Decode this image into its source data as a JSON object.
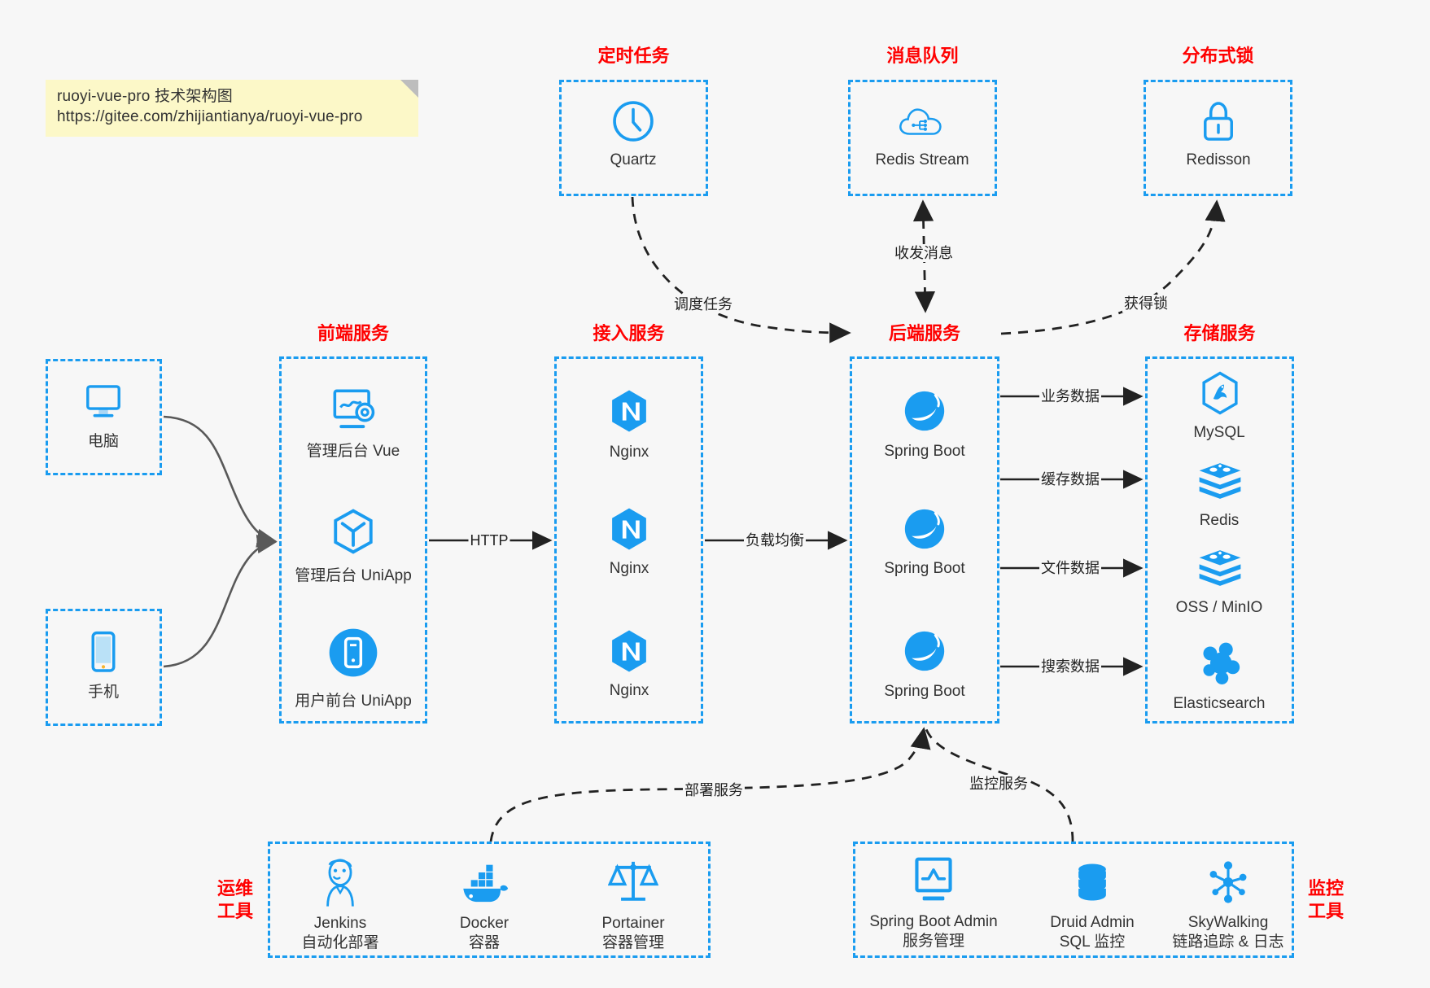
{
  "note": {
    "name": "sticky-note",
    "line1": "ruoyi-vue-pro 技术架构图",
    "line2": "https://gitee.com/zhijiantianya/ruoyi-vue-pro",
    "bg": "#fcf8c8"
  },
  "colors": {
    "accent": "#1a9cf0",
    "title": "#ff0000",
    "text": "#333333",
    "background": "#f7f7f7",
    "arrow": "#222222",
    "curve": "#595959"
  },
  "groups": [
    {
      "id": "scheduled",
      "title": "定时任务",
      "items": [
        {
          "label": "Quartz",
          "icon": "clock-icon"
        }
      ]
    },
    {
      "id": "mq",
      "title": "消息队列",
      "items": [
        {
          "label": "Redis Stream",
          "icon": "cloud-stream-icon"
        }
      ]
    },
    {
      "id": "lock",
      "title": "分布式锁",
      "items": [
        {
          "label": "Redisson",
          "icon": "lock-icon"
        }
      ]
    },
    {
      "id": "clients",
      "title": "",
      "items": [
        {
          "label": "电脑",
          "icon": "desktop-icon"
        },
        {
          "label": "手机",
          "icon": "phone-icon"
        }
      ]
    },
    {
      "id": "frontend",
      "title": "前端服务",
      "items": [
        {
          "label": "管理后台 Vue",
          "icon": "dashboard-icon"
        },
        {
          "label": "管理后台 UniApp",
          "icon": "cube-icon"
        },
        {
          "label": "用户前台 UniApp",
          "icon": "mobile-app-icon"
        }
      ]
    },
    {
      "id": "gateway",
      "title": "接入服务",
      "items": [
        {
          "label": "Nginx",
          "icon": "nginx-icon"
        },
        {
          "label": "Nginx",
          "icon": "nginx-icon"
        },
        {
          "label": "Nginx",
          "icon": "nginx-icon"
        }
      ]
    },
    {
      "id": "backend",
      "title": "后端服务",
      "items": [
        {
          "label": "Spring Boot",
          "icon": "spring-boot-icon"
        },
        {
          "label": "Spring Boot",
          "icon": "spring-boot-icon"
        },
        {
          "label": "Spring Boot",
          "icon": "spring-boot-icon"
        }
      ]
    },
    {
      "id": "storage",
      "title": "存储服务",
      "items": [
        {
          "label": "MySQL",
          "icon": "mysql-icon"
        },
        {
          "label": "Redis",
          "icon": "redis-icon"
        },
        {
          "label": "OSS / MinIO",
          "icon": "oss-icon"
        },
        {
          "label": "Elasticsearch",
          "icon": "elasticsearch-icon"
        }
      ]
    },
    {
      "id": "devops",
      "title": "运维\n工具",
      "items": [
        {
          "label": "Jenkins",
          "sub": "自动化部署",
          "icon": "jenkins-icon"
        },
        {
          "label": "Docker",
          "sub": "容器",
          "icon": "docker-icon"
        },
        {
          "label": "Portainer",
          "sub": "容器管理",
          "icon": "scales-icon"
        }
      ]
    },
    {
      "id": "monitoring",
      "title": "监控\n工具",
      "items": [
        {
          "label": "Spring Boot Admin",
          "sub": "服务管理",
          "icon": "monitor-chart-icon"
        },
        {
          "label": "Druid Admin",
          "sub": "SQL 监控",
          "icon": "database-icon"
        },
        {
          "label": "SkyWalking",
          "sub": "链路追踪 & 日志",
          "icon": "skywalking-icon"
        }
      ]
    }
  ],
  "edges": [
    {
      "id": "http",
      "label": "HTTP"
    },
    {
      "id": "lb",
      "label": "负载均衡"
    },
    {
      "id": "schedule",
      "label": "调度任务"
    },
    {
      "id": "mq-msg",
      "label": "收发消息"
    },
    {
      "id": "acquire-lock",
      "label": "获得锁"
    },
    {
      "id": "biz-data",
      "label": "业务数据"
    },
    {
      "id": "cache-data",
      "label": "缓存数据"
    },
    {
      "id": "file-data",
      "label": "文件数据"
    },
    {
      "id": "search-data",
      "label": "搜索数据"
    },
    {
      "id": "deploy",
      "label": "部署服务"
    },
    {
      "id": "monitor",
      "label": "监控服务"
    }
  ]
}
